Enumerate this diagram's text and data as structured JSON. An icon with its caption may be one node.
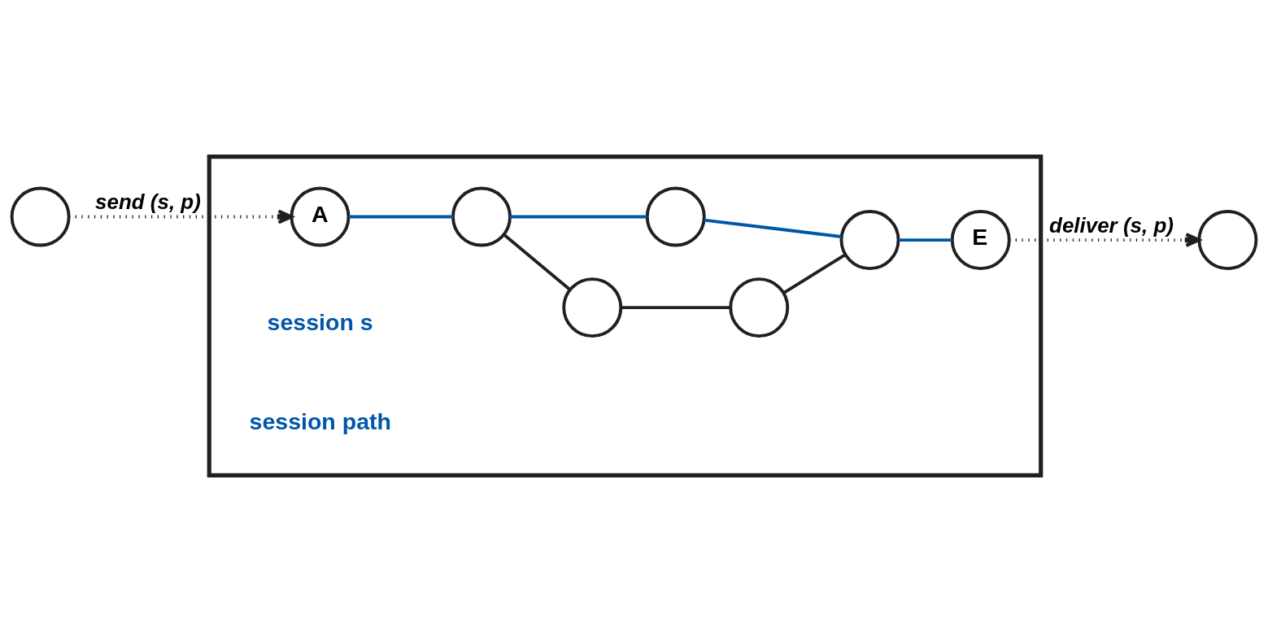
{
  "diagram": {
    "nodes": [
      {
        "text": [],
        "shape": "circle"
      },
      {
        "text": [],
        "shape": "circle"
      },
      {
        "text": [],
        "shape": "box"
      },
      {
        "text": [],
        "shape": "circle",
        "in": 2
      },
      {
        "text": [],
        "shape": "circle",
        "in": 2
      },
      {
        "text": [
          "A"
        ],
        "in": 2
      },
      {
        "text": [],
        "shape": "circle",
        "in": 2
      },
      {
        "text": [
          "E"
        ],
        "in": 2
      },
      {
        "text": [],
        "shape": "circle",
        "in": 2
      },
      {
        "text": [],
        "shape": "circle",
        "in": 2
      }
    ],
    "edges": [
      {
        "from": 0,
        "to": 5,
        "arrow": "to",
        "label": "send (s, p)",
        "style": "dashed"
      },
      {
        "from": 7,
        "to": 1,
        "arrow": "to",
        "label": "deliver (s, p)",
        "style": "dashed"
      },
      {
        "from": 5,
        "to": 8,
        "arrow": "none",
        "color": "#0057a8"
      },
      {
        "from": 8,
        "to": 3,
        "arrow": "none"
      },
      {
        "from": 3,
        "to": 4,
        "arrow": "none"
      },
      {
        "from": 4,
        "to": 6,
        "arrow": "none"
      },
      {
        "from": 8,
        "to": 9,
        "arrow": "none",
        "color": "#0057a8"
      },
      {
        "from": 9,
        "to": 6,
        "arrow": "none",
        "color": "#0057a8"
      },
      {
        "from": 6,
        "to": 7,
        "arrow": "none",
        "color": "#0057a8"
      }
    ],
    "labels": [
      "session s",
      "session path"
    ]
  }
}
